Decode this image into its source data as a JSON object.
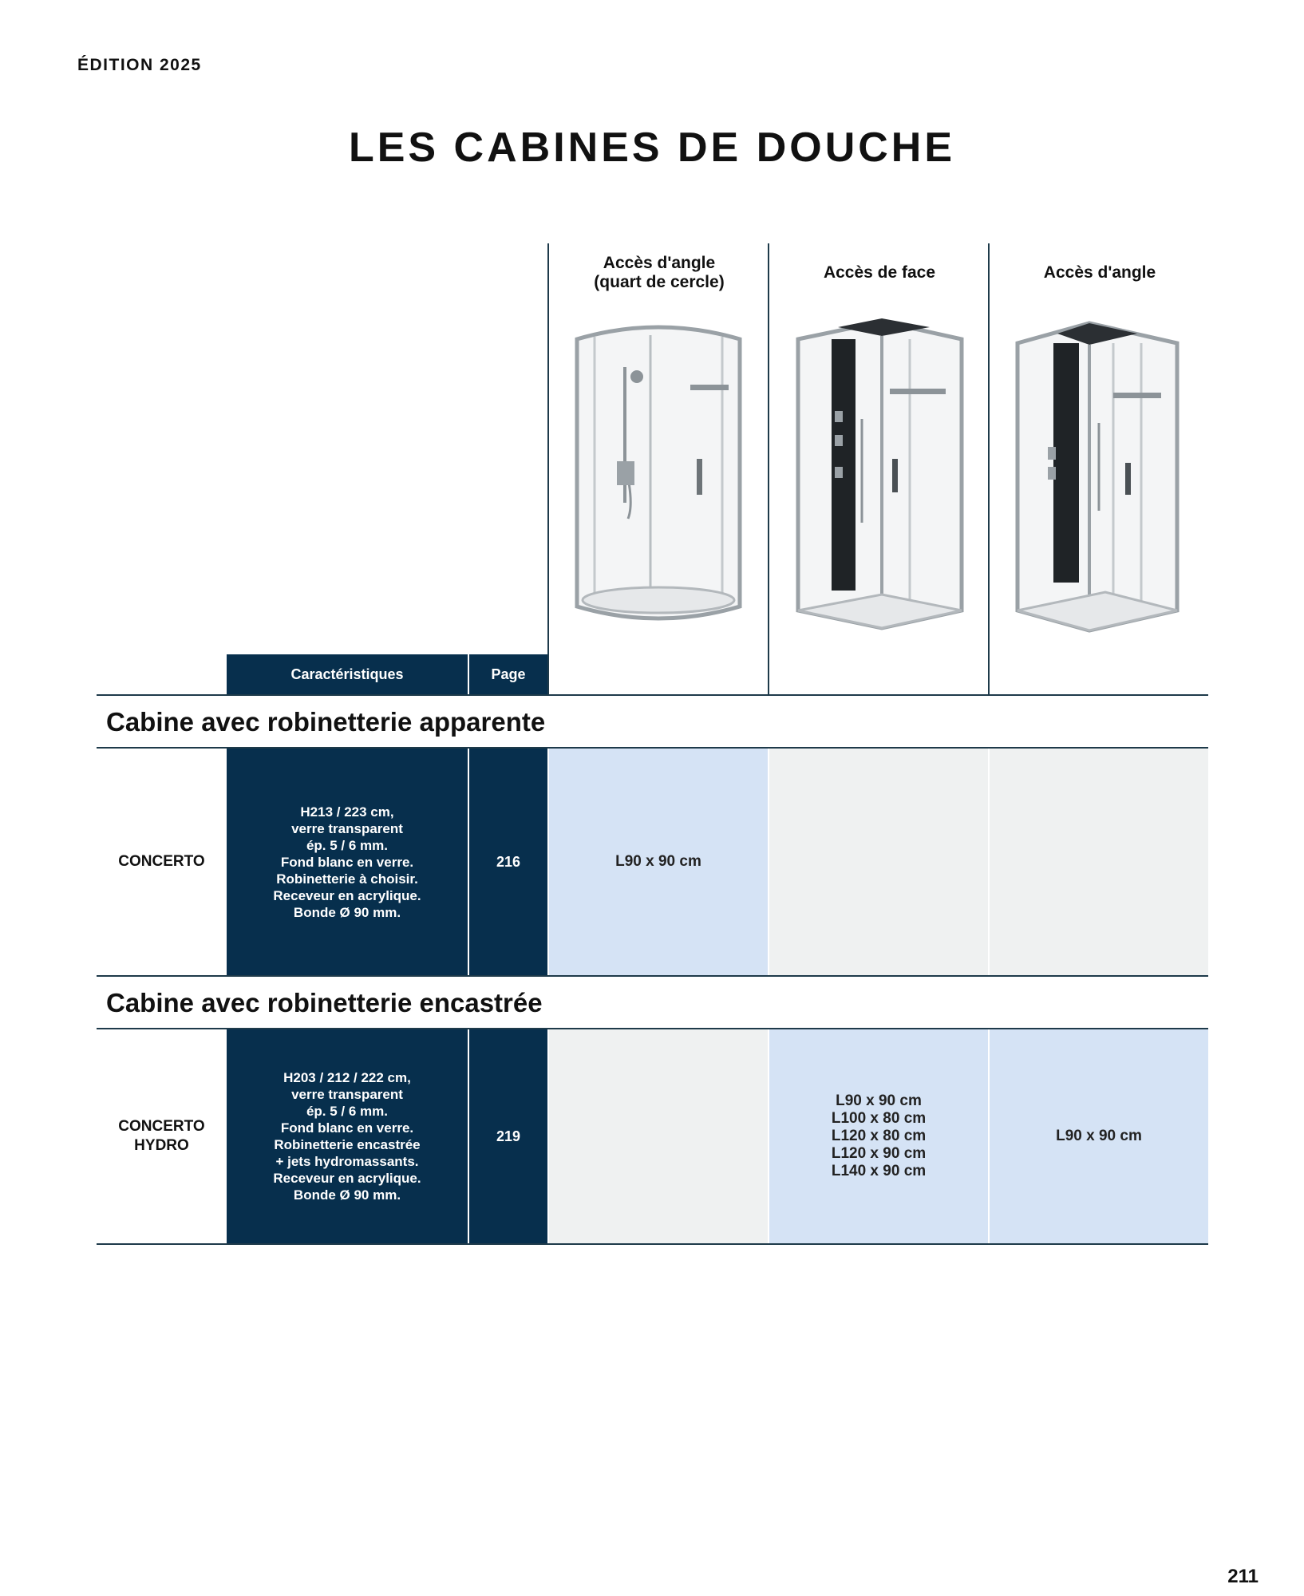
{
  "header": {
    "edition": "ÉDITION 2025",
    "title": "LES CABINES DE DOUCHE"
  },
  "table": {
    "columns": [
      {
        "label_lines": [
          "Accès d'angle",
          "(quart de cercle)"
        ],
        "image": "corner-quarter-circle-shower-cabin"
      },
      {
        "label_lines": [
          "Accès de face"
        ],
        "image": "front-access-shower-cabin"
      },
      {
        "label_lines": [
          "Accès d'angle"
        ],
        "image": "corner-access-shower-cabin"
      }
    ],
    "header_labels": {
      "characteristics": "Caractéristiques",
      "page": "Page"
    },
    "sections": [
      {
        "title": "Cabine avec robinetterie apparente",
        "rows": [
          {
            "name_lines": [
              "CONCERTO"
            ],
            "spec_lines": [
              "H213 / 223 cm,",
              "verre transparent",
              "ép. 5 / 6 mm.",
              "Fond blanc en verre.",
              "Robinetterie à choisir.",
              "Receveur en acrylique.",
              "Bonde Ø 90 mm."
            ],
            "page": "216",
            "cells": [
              {
                "lines": [
                  "L90 x 90 cm"
                ]
              },
              {
                "lines": []
              },
              {
                "lines": []
              }
            ]
          }
        ]
      },
      {
        "title": "Cabine avec robinetterie encastrée",
        "rows": [
          {
            "name_lines": [
              "CONCERTO",
              "HYDRO"
            ],
            "spec_lines": [
              "H203 / 212 / 222 cm,",
              "verre transparent",
              "ép. 5 / 6 mm.",
              "Fond blanc en verre.",
              "Robinetterie encastrée",
              "+ jets hydromassants.",
              "Receveur en acrylique.",
              "Bonde Ø 90 mm."
            ],
            "page": "219",
            "cells": [
              {
                "lines": []
              },
              {
                "lines": [
                  "L90 x 90 cm",
                  "L100 x 80 cm",
                  "L120 x 80 cm",
                  "L120 x 90 cm",
                  "L140 x 90 cm"
                ]
              },
              {
                "lines": [
                  "L90 x 90 cm"
                ]
              }
            ]
          }
        ]
      }
    ]
  },
  "footer": {
    "page_number": "211"
  },
  "colors": {
    "navy": "#072f4d",
    "available": "#d5e3f5",
    "unavailable": "#eff1f1",
    "rule": "#1e3a4a"
  }
}
